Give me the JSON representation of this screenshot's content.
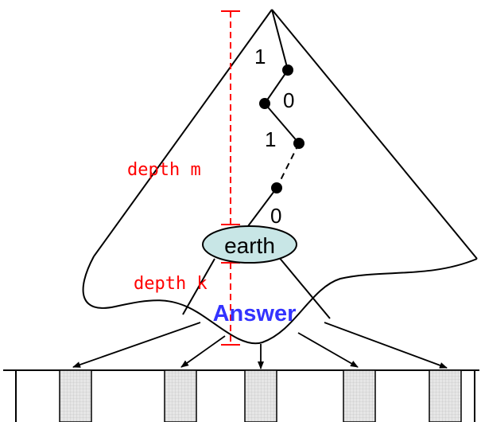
{
  "labels": {
    "depth_m": "depth m",
    "depth_k": "depth k",
    "root_node": "earth",
    "answer": "Answer",
    "path_bits": [
      "1",
      "0",
      "1",
      "0"
    ]
  },
  "colors": {
    "line": "#000000",
    "depth_marker": "#ff0000",
    "answer_text": "#3333ff",
    "root_node_fill": "#c8e6e6",
    "block_fill": "#e6e6e6"
  },
  "icons": {
    "path_node": "filled-circle",
    "path_continuation": "dashed-line",
    "storage_block": "grid-rectangle"
  }
}
